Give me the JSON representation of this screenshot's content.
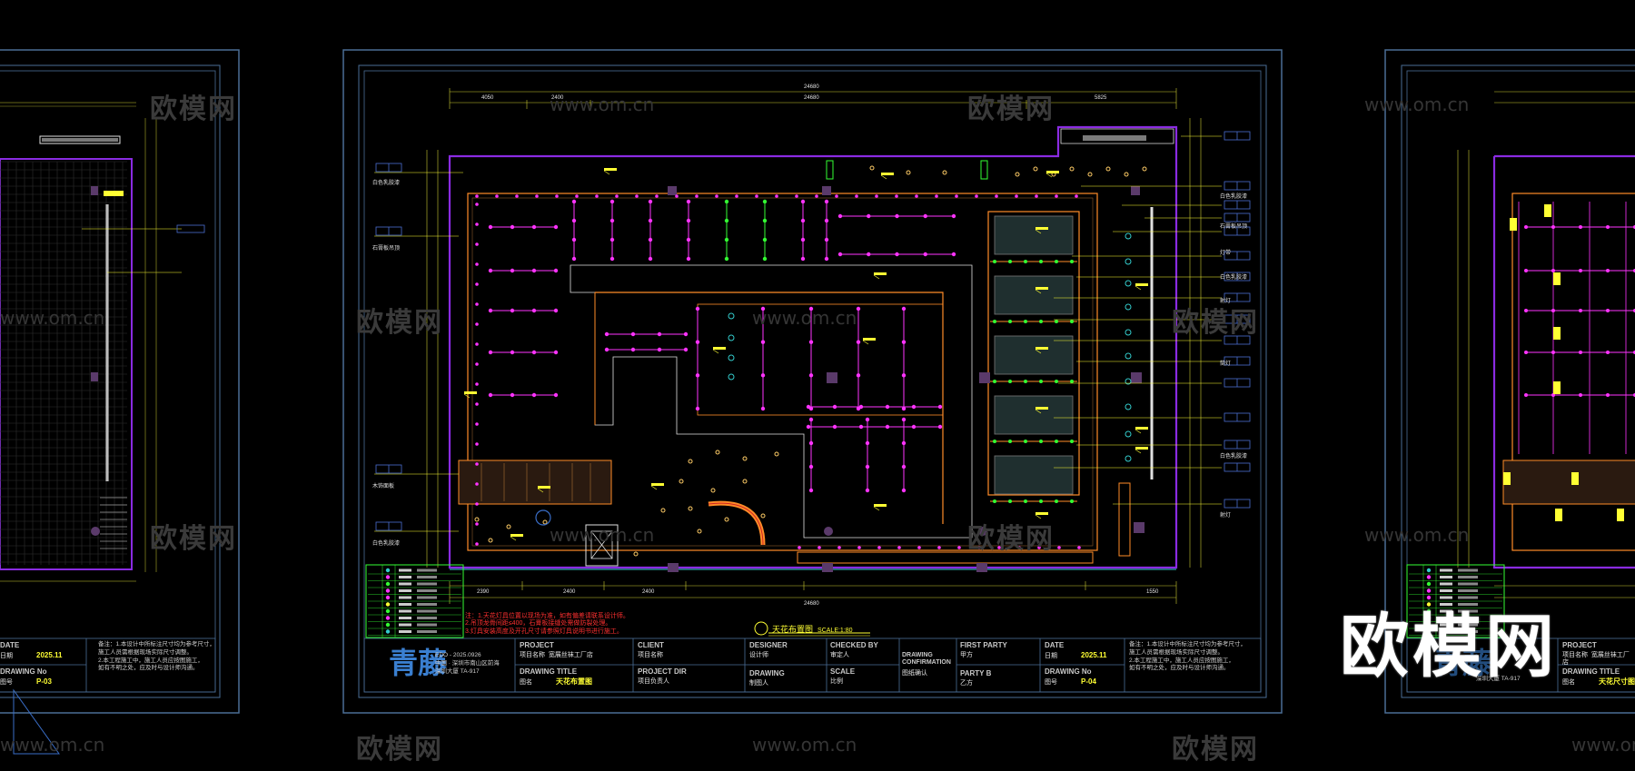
{
  "watermark": {
    "brand": "欧模网",
    "url": "www.om.cn",
    "big": "欧模网"
  },
  "drawing_center": {
    "caption_label": "天花布置图",
    "caption_scale": "SCALE:1:80",
    "red_notes": [
      "注：1.天花灯具位置以现场为准，如有偏差请联系设计师。",
      "2.吊顶龙骨间距≤400，石膏板接缝处需做防裂处理。",
      "3.灯具安装高度及开孔尺寸请参照灯具说明书进行施工。"
    ],
    "title_block": {
      "logo": "青藤",
      "company_line1": "EDO - 2025.0926",
      "company_line2": "中国 · 深圳市南山区前海",
      "company_line3": "深圳大厦 TA-917",
      "project_label": "PROJECT",
      "project_name": "项目名称",
      "project_value": "宽展丝袜工厂店",
      "drawing_title_label": "DRAWING TITLE",
      "drawing_title_name": "图名",
      "drawing_title_value": "天花布置图",
      "client_label": "CLIENT",
      "client_value": "项目名称",
      "project_dir_label": "PROJECT DIR",
      "project_dir_value": "项目负责人",
      "designer_label": "DESIGNER",
      "designer_value": "设计师",
      "drawing_label": "DRAWING",
      "drawing_value": "制图人",
      "checked_label": "CHECKED BY",
      "checked_value": "审定人",
      "scale_label": "SCALE",
      "scale_value": "比例",
      "confirm_label": "DRAWING CONFIRMATION",
      "confirm_value": "图纸确认",
      "first_party_label": "FIRST PARTY",
      "first_party_value": "甲方",
      "party_b_label": "PARTY B",
      "party_b_value": "乙方",
      "date_label": "DATE",
      "date_name": "日期",
      "date_value": "2025.11",
      "drawing_no_label": "DRAWING No",
      "drawing_no_name": "图号",
      "drawing_no_value": "P-04",
      "note_lines": [
        "备注：1.本设计中所标注尺寸均为参考尺寸，",
        "施工人员需根据现场实际尺寸调整。",
        "2.本工程施工中，施工人员应按图施工，",
        "如有不明之处，应及时与设计师沟通。"
      ]
    },
    "dims_top": [
      "24680",
      "4050",
      "2400",
      "24680",
      "5825"
    ],
    "dims_bottom": [
      "24680",
      "2390",
      "2400",
      "2400",
      "1550"
    ],
    "right_labels": [
      "白色乳胶漆",
      "石膏板吊顶",
      "灯带",
      "白色乳胶漆",
      "射灯",
      "筒灯",
      "白色乳胶漆",
      "射灯"
    ],
    "left_labels": [
      "白色乳胶漆",
      "石膏板吊顶",
      "木饰面板",
      "白色乳胶漆"
    ]
  },
  "drawing_left": {
    "date_label": "DATE",
    "date_name": "日期",
    "date_value": "2025.11",
    "drawing_no_label": "DRAWING No",
    "drawing_no_name": "图号",
    "drawing_no_value": "P-03",
    "note_lines": [
      "备注：1.本设计中所标注尺寸均为参考尺寸，",
      "施工人员需根据现场实际尺寸调整。",
      "2.本工程施工中，施工人员应按图施工，",
      "如有不明之处，应及时与设计师沟通。"
    ]
  },
  "drawing_right": {
    "project_label": "PROJECT",
    "project_name": "项目名称",
    "project_value": "宽展丝袜工厂店",
    "drawing_title_label": "DRAWING TITLE",
    "drawing_title_name": "图名",
    "drawing_title_value": "天花尺寸图",
    "company_line": "深圳大厦 TA-917"
  },
  "colors": {
    "frame": "#5a7fa8",
    "wall": "#e0e0e0",
    "purple": "#8a2be2",
    "orange": "#ff8c28",
    "magenta": "#ff33ff",
    "green": "#33ff33",
    "yellow": "#ffff33",
    "cyan": "#33cccc",
    "red": "#ff3030"
  }
}
